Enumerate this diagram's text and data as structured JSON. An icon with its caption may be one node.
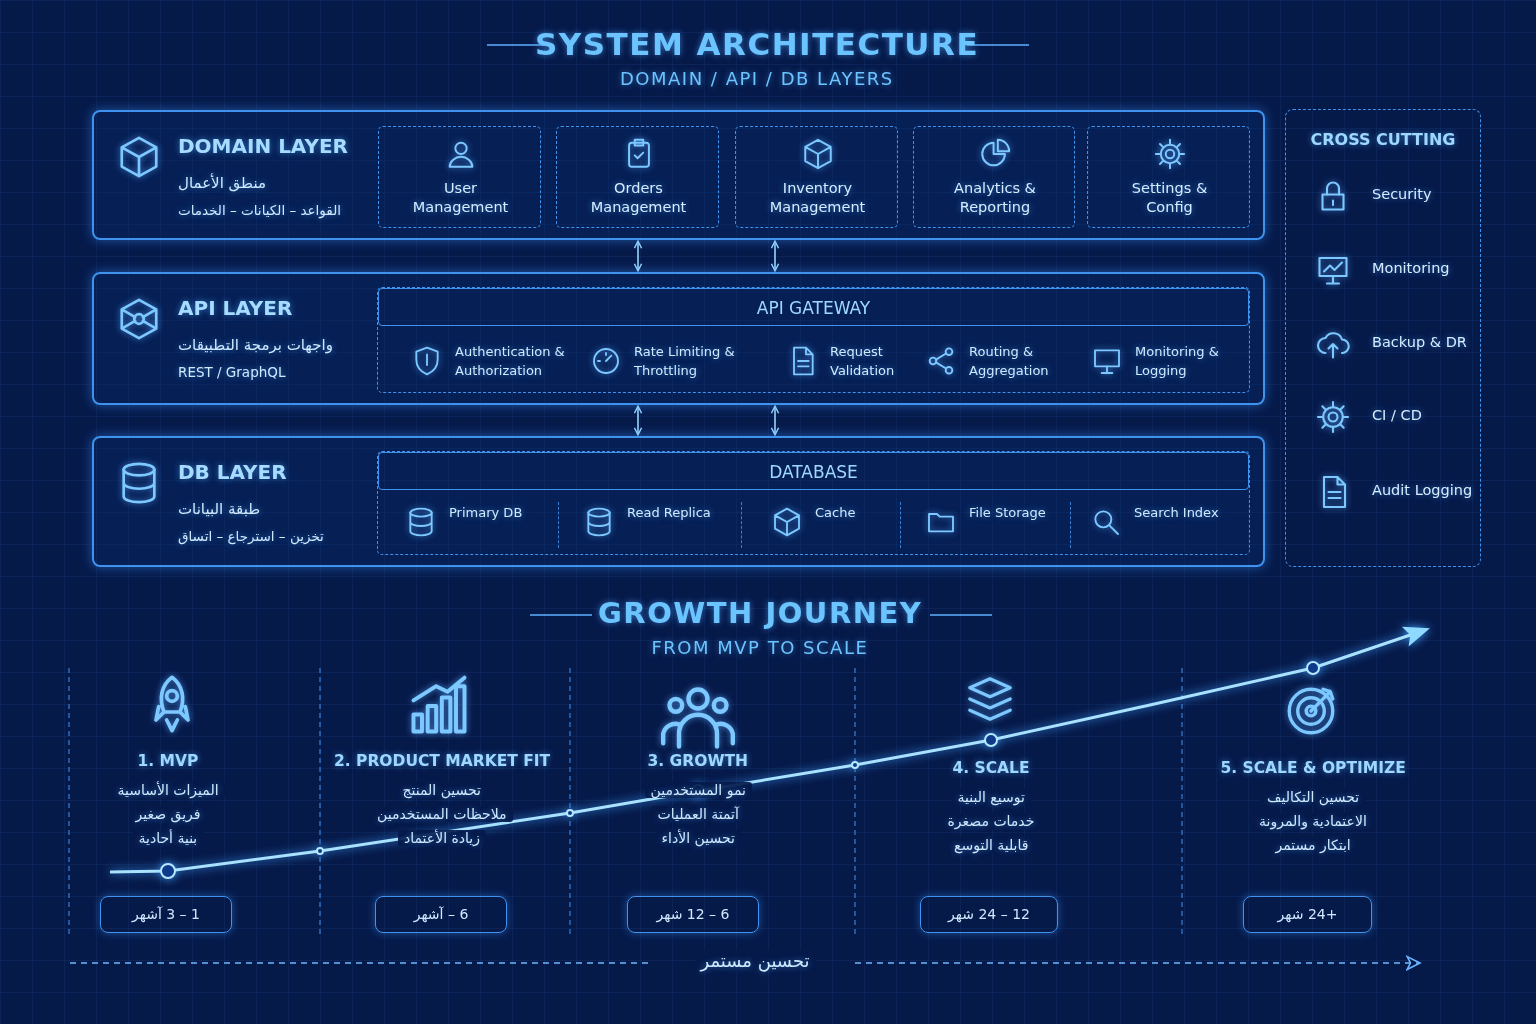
{
  "diagram": {
    "title": "SYSTEM ARCHITECTURE",
    "nodes": [
      {
        "text": [
          "DOMAIN LAYER",
          "منطق الأعمال",
          "القواعد – الكيانات – الخدمات"
        ]
      },
      {
        "text": [
          "User Management"
        ],
        "in": 0
      },
      {
        "text": [
          "Orders Management"
        ],
        "in": 0
      },
      {
        "text": [
          "Inventory Management"
        ],
        "in": 0
      },
      {
        "text": [
          "Analytics & Reporting"
        ],
        "in": 0
      },
      {
        "text": [
          "Settings & Config"
        ],
        "in": 0
      },
      {
        "text": [
          "API LAYER",
          "واجهات برمجة التطبيقات",
          "REST / GraphQL"
        ]
      },
      {
        "text": [
          "API GATEWAY"
        ],
        "in": 6
      },
      {
        "text": [
          "Authentication & Authorization"
        ],
        "in": 7
      },
      {
        "text": [
          "Rate Limiting & Throttling"
        ],
        "in": 7
      },
      {
        "text": [
          "Request Validation"
        ],
        "in": 7
      },
      {
        "text": [
          "Routing & Aggregation"
        ],
        "in": 7
      },
      {
        "text": [
          "Monitoring & Logging"
        ],
        "in": 7
      },
      {
        "text": [
          "DB LAYER",
          "طبقة البيانات",
          "تخزين – استرجاع – اتساق"
        ]
      },
      {
        "text": [
          "DATABASE"
        ],
        "in": 13
      },
      {
        "text": [
          "Primary DB"
        ],
        "in": 14
      },
      {
        "text": [
          "Read Replica"
        ],
        "in": 14
      },
      {
        "text": [
          "Cache"
        ],
        "in": 14
      },
      {
        "text": [
          "File Storage"
        ],
        "in": 14
      },
      {
        "text": [
          "Search Index"
        ],
        "in": 14
      },
      {
        "text": [
          "CROSS CUTTING"
        ]
      },
      {
        "text": [
          "Security"
        ],
        "in": 20
      },
      {
        "text": [
          "Monitoring"
        ],
        "in": 20
      },
      {
        "text": [
          "Backup & DR"
        ],
        "in": 20
      },
      {
        "text": [
          "CI / CD"
        ],
        "in": 20
      },
      {
        "text": [
          "Audit Logging"
        ],
        "in": 20
      },
      {
        "text": [
          "1 – 3 آشهر"
        ]
      },
      {
        "text": [
          "6 – آشهر"
        ]
      },
      {
        "text": [
          "6 – 12 شهر"
        ]
      },
      {
        "text": [
          "12 – 24 شهر"
        ]
      },
      {
        "text": [
          "+24 شهر"
        ]
      }
    ],
    "edges": [
      {
        "from": 0,
        "to": 6,
        "arrow": "both"
      },
      {
        "from": 0,
        "to": 6,
        "arrow": "both"
      },
      {
        "from": 6,
        "to": 13,
        "arrow": "both"
      },
      {
        "from": 6,
        "to": 13,
        "arrow": "both"
      }
    ],
    "labels": [
      "DOMAIN / API / DB LAYERS",
      "GROWTH JOURNEY",
      "FROM MVP TO SCALE",
      "1. MVP",
      "الميزات الأساسية",
      "فريق صغير",
      "بنية أحادية",
      "2. PRODUCT MARKET FIT",
      "تحسين المنتج",
      "ملاحظات المستخدمين",
      "زيادة الأعتماد",
      "3. GROWTH",
      "نمو المستخدمين",
      "آتمتة العمليات",
      "تحسين الأداء",
      "4. SCALE",
      "توسيع البنية",
      "خدمات مصغرة",
      "قابلية التوسع",
      "5. SCALE & OPTIMIZE",
      "تحسين التكاليف",
      "الاعتمادية والمرونة",
      "ابتكار مستمر",
      "تحسين مستمر"
    ]
  }
}
